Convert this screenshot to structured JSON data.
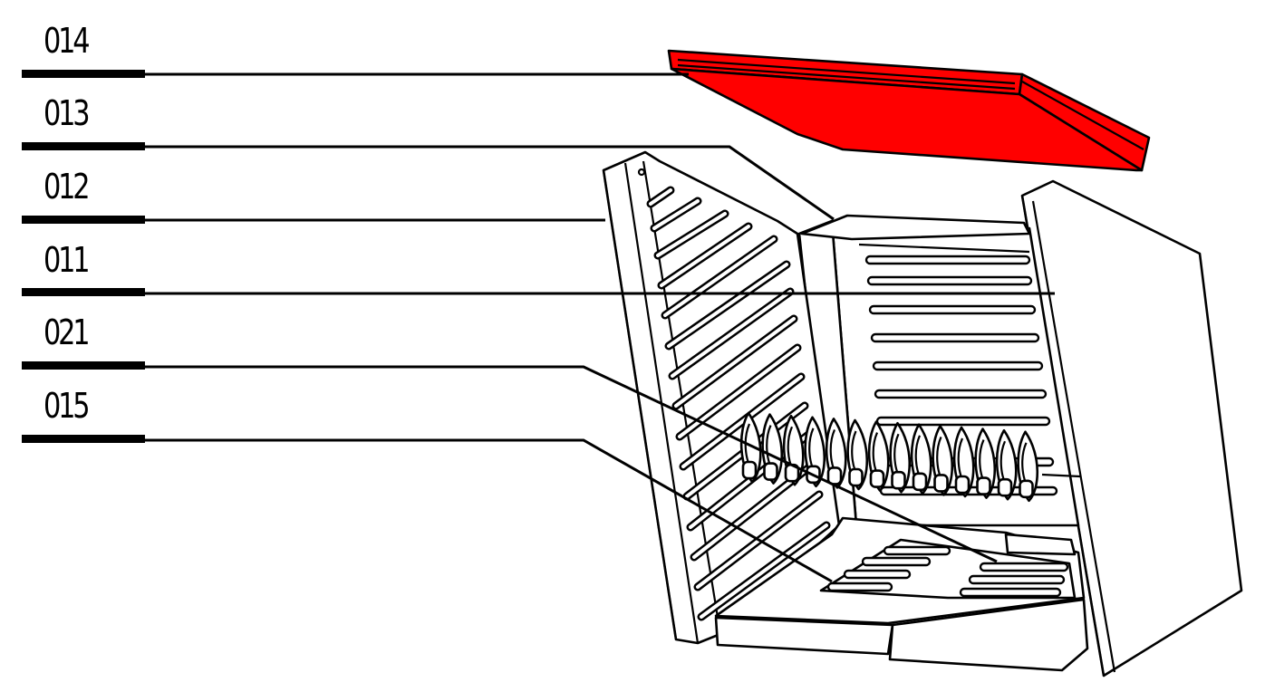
{
  "parts": [
    {
      "id": "014",
      "highlight": true
    },
    {
      "id": "013"
    },
    {
      "id": "012"
    },
    {
      "id": "011"
    },
    {
      "id": "021"
    },
    {
      "id": "015"
    }
  ],
  "colors": {
    "highlight": "#ff0000",
    "line": "#000000",
    "background": "#ffffff"
  }
}
